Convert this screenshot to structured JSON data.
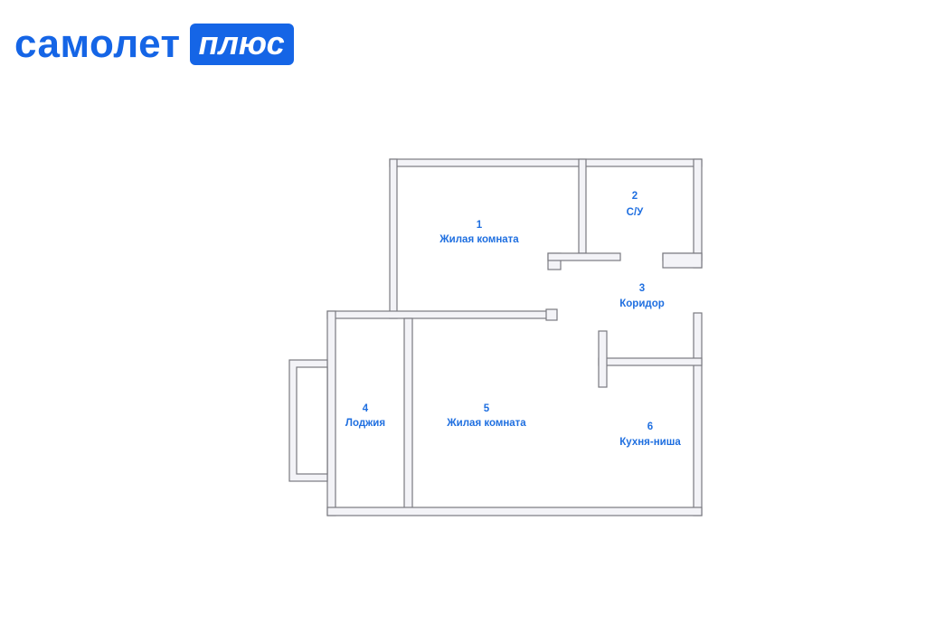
{
  "brand": {
    "name": "самолет",
    "badge": "плюс",
    "color": "#1565e6"
  },
  "rooms": [
    {
      "number": "1",
      "name": "Жилая комната"
    },
    {
      "number": "2",
      "name": "С/У"
    },
    {
      "number": "3",
      "name": "Коридор"
    },
    {
      "number": "4",
      "name": "Лоджия"
    },
    {
      "number": "5",
      "name": "Жилая комната"
    },
    {
      "number": "6",
      "name": "Кухня-ниша"
    }
  ],
  "colors": {
    "wall_fill": "#f3f3f7",
    "wall_stroke": "#7a7a80",
    "label": "#1f6fe0"
  }
}
